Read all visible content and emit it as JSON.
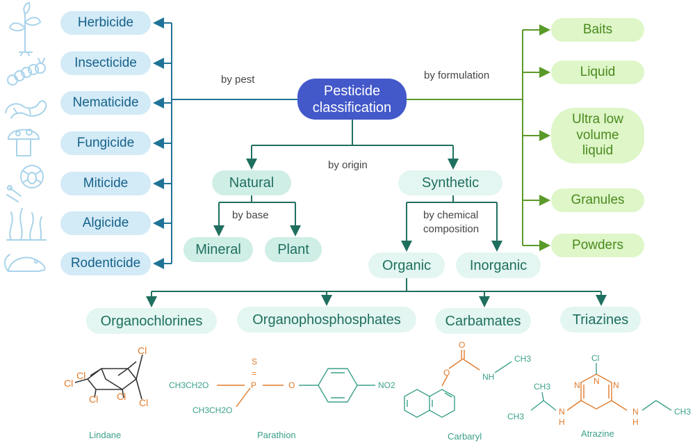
{
  "center": {
    "line1": "Pesticide",
    "line2": "classification"
  },
  "edge_labels": {
    "by_pest": "by pest",
    "by_formulation": "by formulation",
    "by_origin": "by origin",
    "by_base": "by base",
    "by_chemical_1": "by chemical",
    "by_chemical_2": "composition"
  },
  "by_pest": [
    "Herbicide",
    "Insecticide",
    "Nematicide",
    "Fungicide",
    "Miticide",
    "Algicide",
    "Rodenticide"
  ],
  "by_formulation": {
    "baits": "Baits",
    "liquid": "Liquid",
    "ulv_1": "Ultra low",
    "ulv_2": "volume",
    "ulv_3": "liquid",
    "granules": "Granules",
    "powders": "Powders"
  },
  "origin": {
    "natural": "Natural",
    "synthetic": "Synthetic",
    "mineral": "Mineral",
    "plant": "Plant",
    "organic": "Organic",
    "inorganic": "Inorganic"
  },
  "organic_classes": [
    "Organochlorines",
    "Organophosphosphates",
    "Carbamates",
    "Triazines"
  ],
  "chemicals": {
    "lindane": {
      "name": "Lindane",
      "cl": "Cl"
    },
    "parathion": {
      "name": "Parathion",
      "s": "S",
      "eq": "=",
      "p": "P",
      "o": "O",
      "ethoxy": "CH3CH2O",
      "ethoxy2": "CH3CH2O",
      "no2": "NO2"
    },
    "carbaryl": {
      "name": "Carbaryl",
      "o": "O",
      "nh": "NH",
      "ch3": "CH3"
    },
    "atrazine": {
      "name": "Atrazine",
      "cl": "Cl",
      "n": "N",
      "h": "H",
      "ch3": "CH3"
    }
  },
  "colors": {
    "blue": "#1f7396",
    "green": "#5a9a28",
    "teal": "#1f6f5f",
    "orange": "#e07a2a",
    "center": "#4358c9"
  }
}
